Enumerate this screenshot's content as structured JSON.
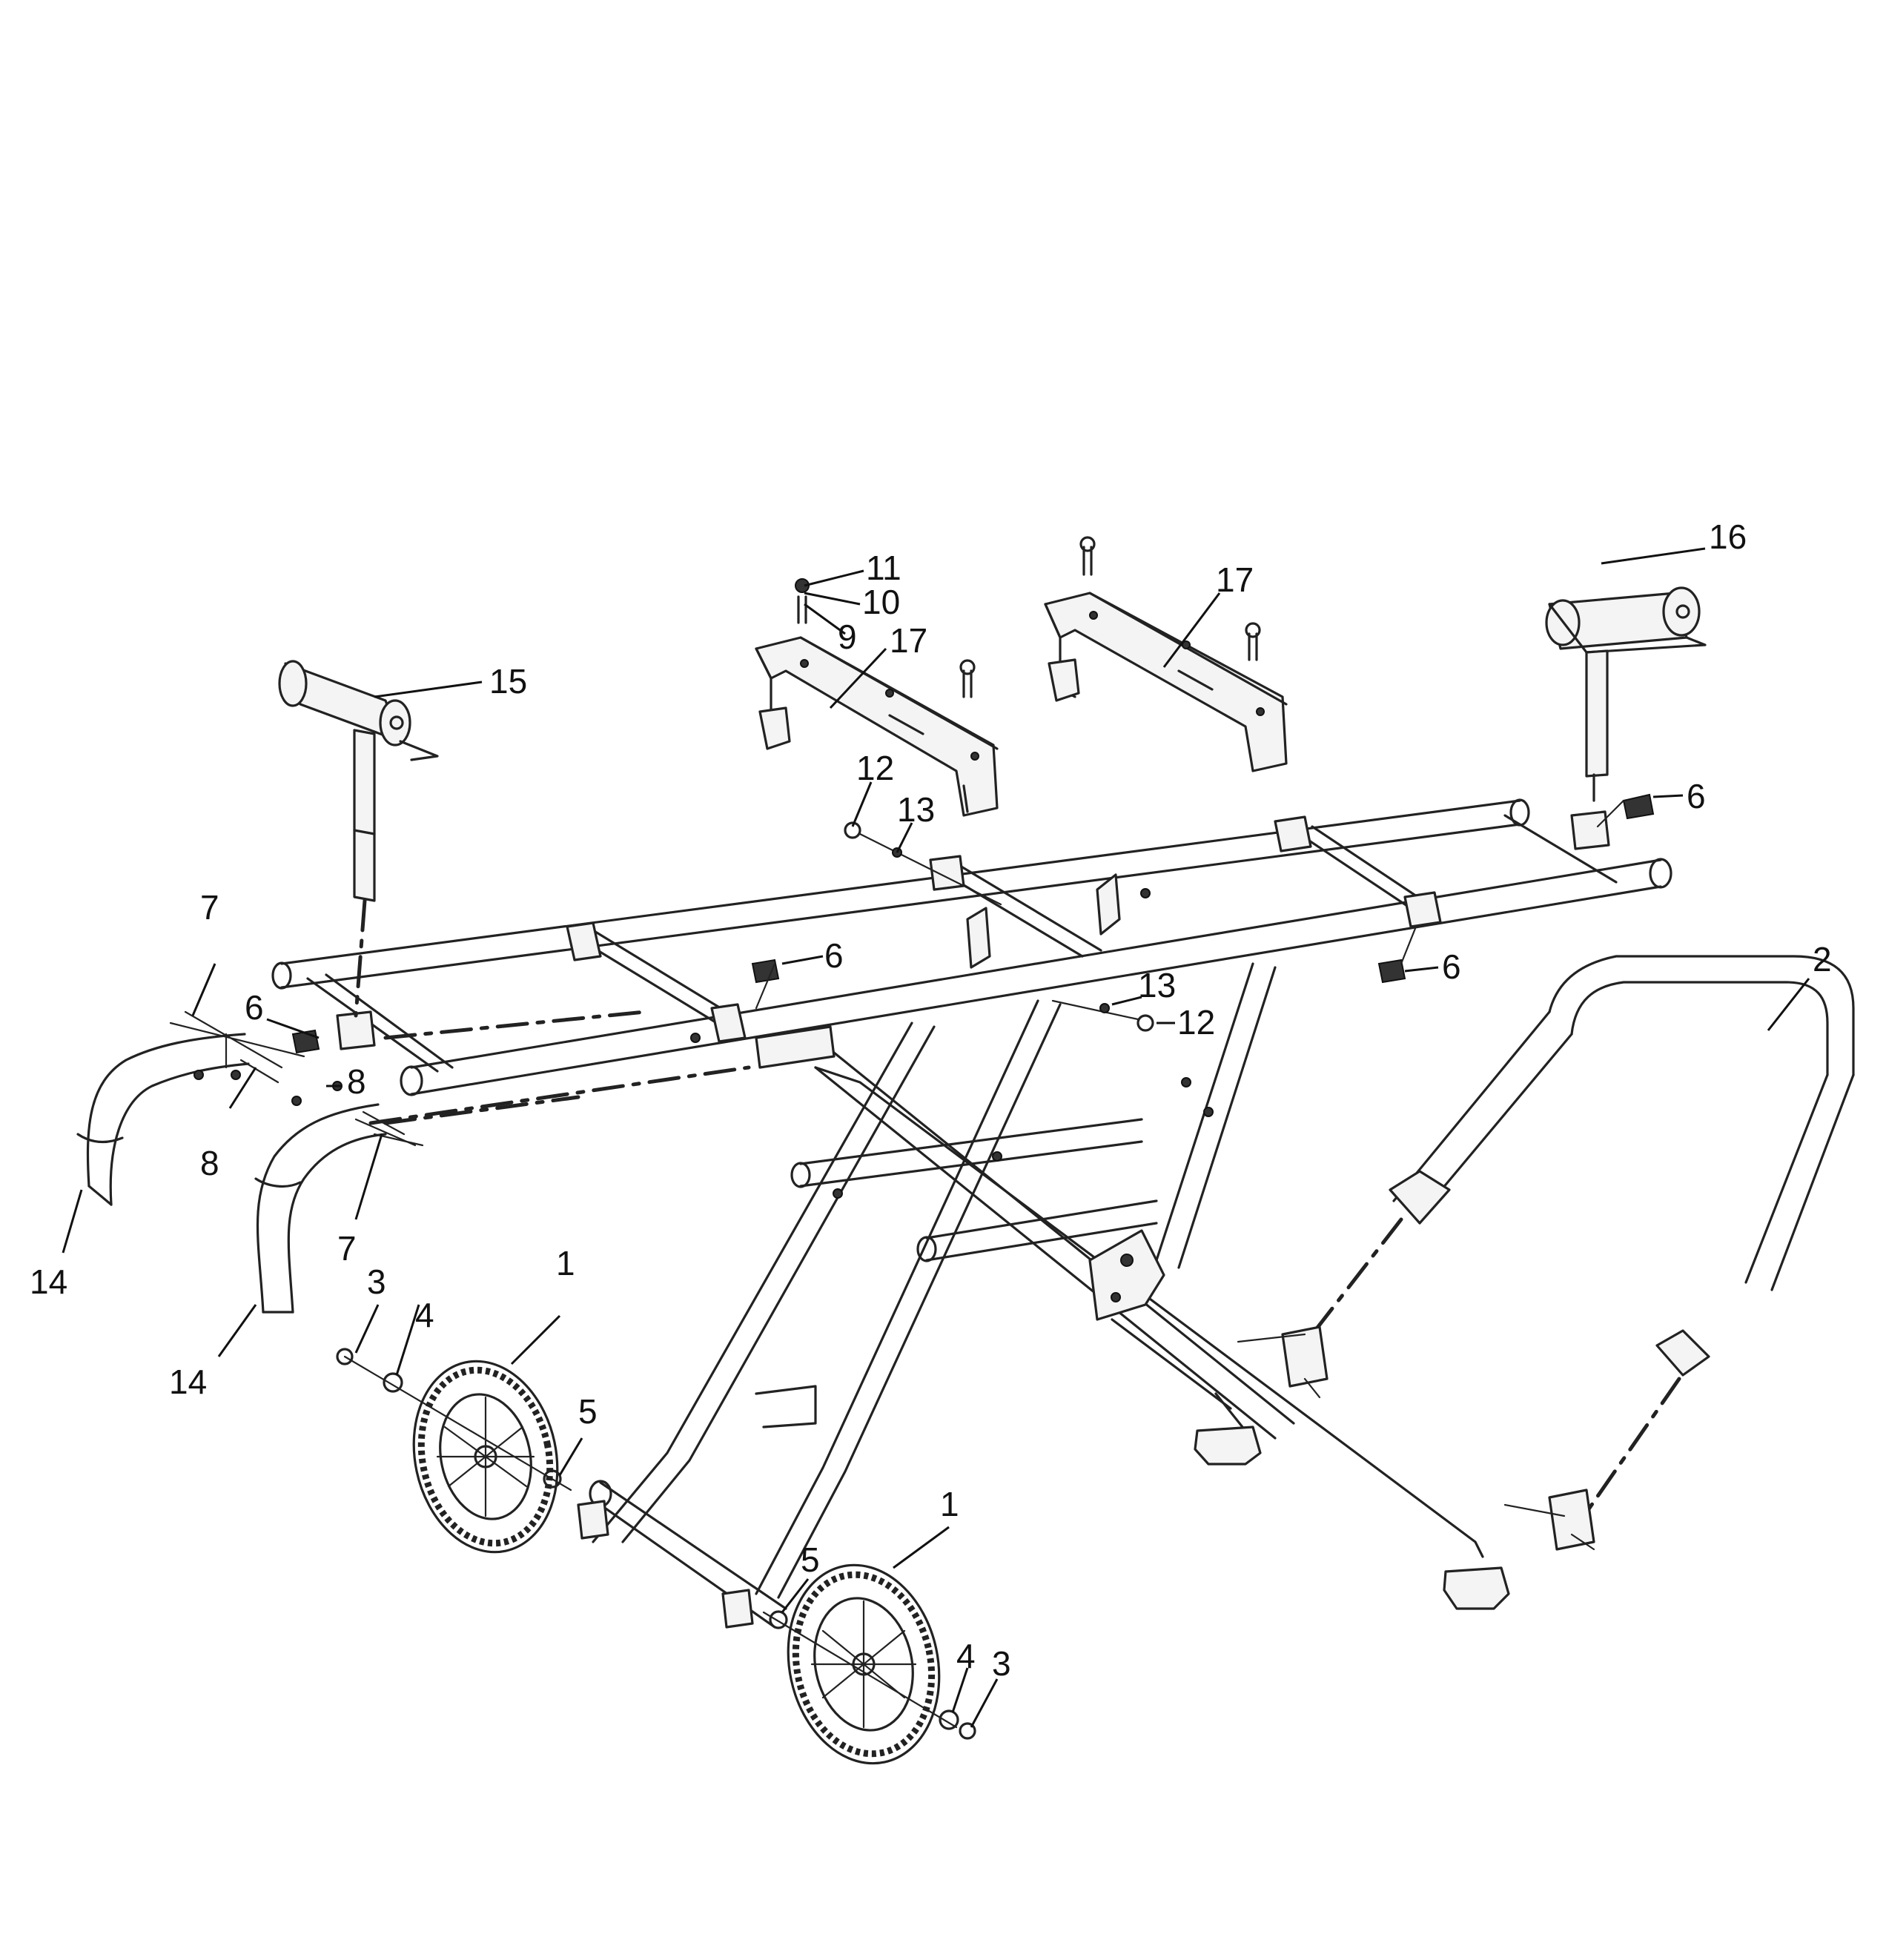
{
  "callouts": {
    "c1a": "1",
    "c1b": "1",
    "c2": "2",
    "c3a": "3",
    "c3b": "3",
    "c4a": "4",
    "c4b": "4",
    "c5a": "5",
    "c5b": "5",
    "c6a": "6",
    "c6b": "6",
    "c6c": "6",
    "c6d": "6",
    "c7a": "7",
    "c7b": "7",
    "c8a": "8",
    "c8b": "8",
    "c9": "9",
    "c10": "10",
    "c11": "11",
    "c12a": "12",
    "c12b": "12",
    "c13a": "13",
    "c13b": "13",
    "c14a": "14",
    "c14b": "14",
    "c15": "15",
    "c16": "16",
    "c17a": "17",
    "c17b": "17"
  }
}
